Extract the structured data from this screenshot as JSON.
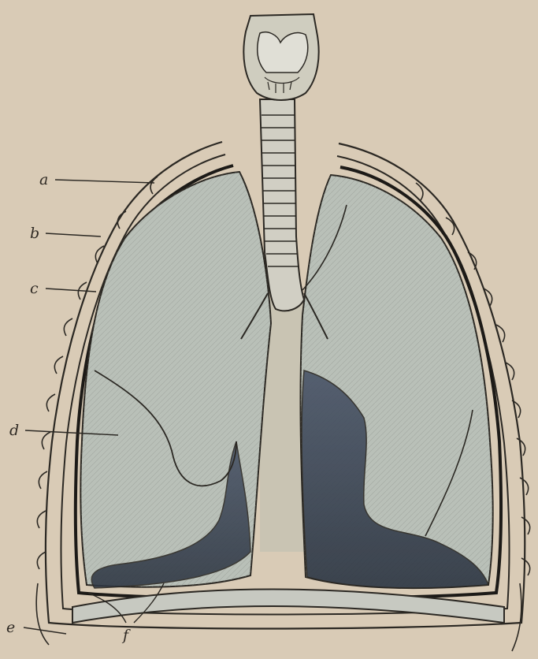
{
  "figure": {
    "labels": {
      "a": "a",
      "b": "b",
      "c": "c",
      "d": "d",
      "e": "e",
      "f": "f"
    }
  },
  "colors": {
    "paper": "#d9cbb6",
    "lung": "#b9c0b8",
    "lung_dark": "#3e4a5c",
    "ink": "#2b2823"
  }
}
